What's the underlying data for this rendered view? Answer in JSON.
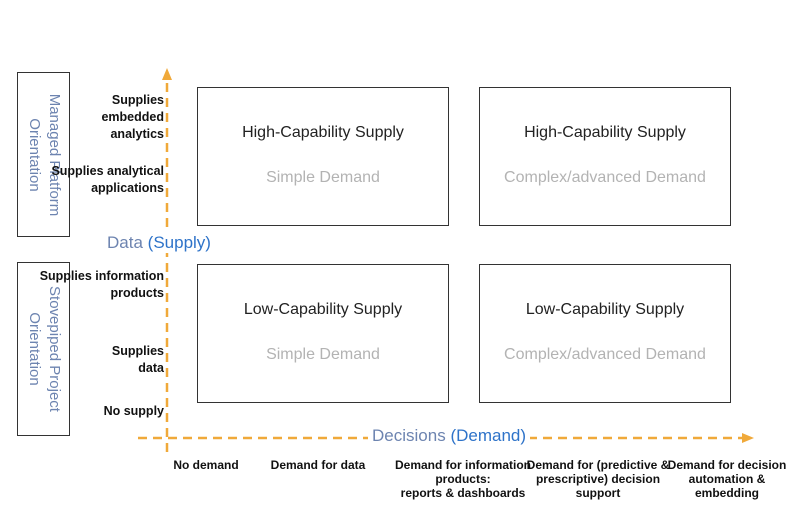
{
  "side_boxes": {
    "top": [
      "Managed Platform",
      "Orientation"
    ],
    "bottom": [
      "Stovepiped Project",
      "Orientation"
    ]
  },
  "y_axis": {
    "title_main": "Data",
    "title_highlight": "(Supply)",
    "labels": [
      [
        "Supplies",
        "embedded",
        "analytics"
      ],
      [
        "Supplies analytical",
        "applications"
      ],
      [
        "Supplies information",
        "products"
      ],
      [
        "Supplies",
        "data"
      ],
      [
        "No supply"
      ]
    ]
  },
  "x_axis": {
    "title_main": "Decisions",
    "title_highlight": "(Demand)",
    "labels": [
      [
        "No demand"
      ],
      [
        "Demand for data"
      ],
      [
        "Demand for information",
        "products:",
        "reports & dashboards"
      ],
      [
        "Demand for (predictive &",
        "prescriptive) decision",
        "support"
      ],
      [
        "Demand for decision",
        "automation &",
        "embedding"
      ]
    ]
  },
  "quadrants": [
    {
      "title": "High-Capability Supply",
      "subtitle": "Simple Demand"
    },
    {
      "title": "High-Capability Supply",
      "subtitle": "Complex/advanced Demand"
    },
    {
      "title": "Low-Capability Supply",
      "subtitle": "Simple Demand"
    },
    {
      "title": "Low-Capability Supply",
      "subtitle": "Complex/advanced Demand"
    }
  ],
  "colors": {
    "axis": "#f0a93a",
    "axis_title": "#6d84b0",
    "axis_title_highlight": "#2e73c9",
    "subtitle": "#b3b3b3"
  }
}
